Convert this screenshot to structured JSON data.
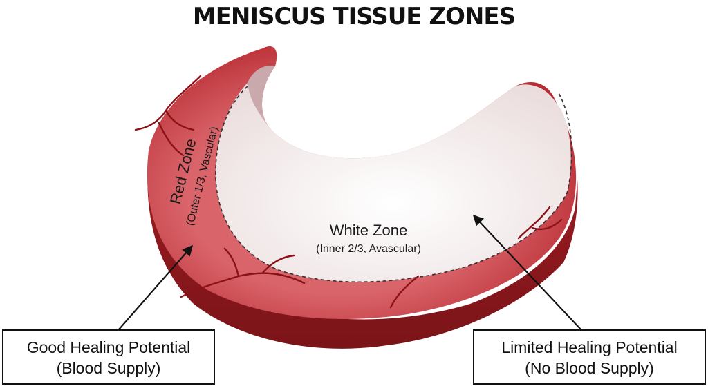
{
  "title": "MENISCUS TISSUE ZONES",
  "zones": {
    "red": {
      "name": "Red Zone",
      "detail": "(Outer 1/3, Vascular)",
      "color": "#b3252b"
    },
    "white": {
      "name": "White Zone",
      "detail": "(Inner 2/3, Avascular)",
      "color": "#f6eeee"
    }
  },
  "callouts": {
    "left": {
      "line1": "Good Healing Potential",
      "line2": "(Blood Supply)"
    },
    "right": {
      "line1": "Limited Healing Potential",
      "line2": "(No Blood Supply)"
    }
  }
}
